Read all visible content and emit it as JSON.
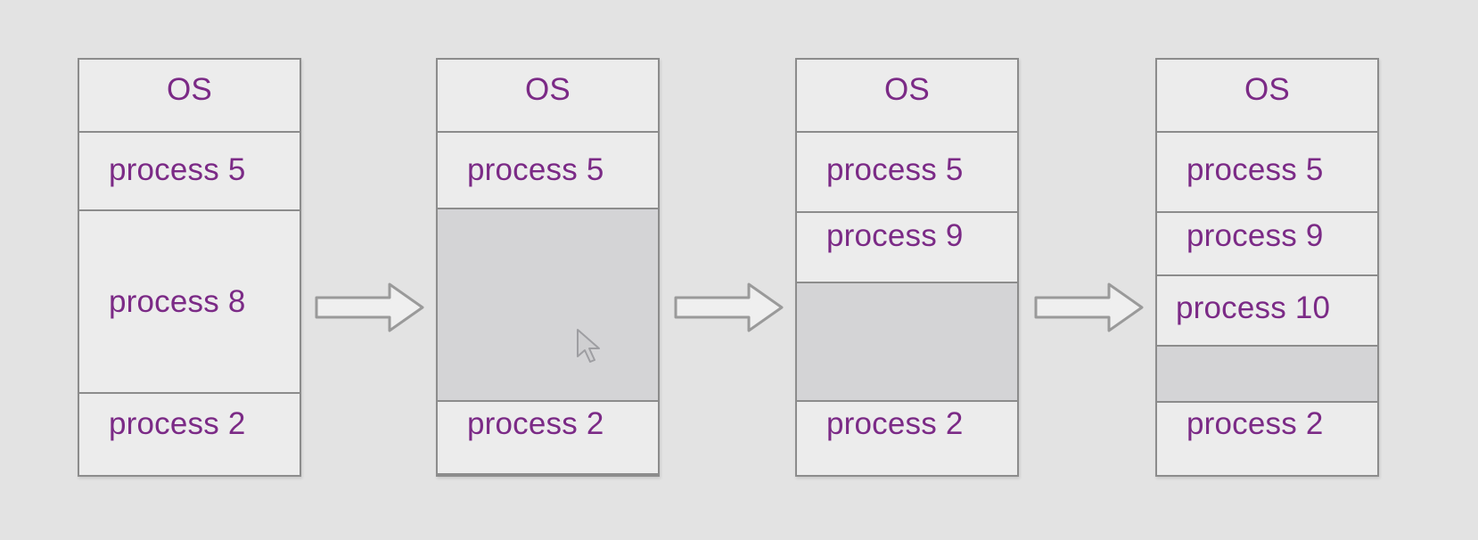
{
  "colors": {
    "background": "#e3e3e3",
    "label": "#7b2a86",
    "border": "#8c8c8c",
    "hole": "#d4d4d6",
    "arrow": "#9a9a9a"
  },
  "columns": [
    {
      "segments": [
        {
          "type": "os",
          "label": "OS"
        },
        {
          "type": "process",
          "label": "process 5"
        },
        {
          "type": "process",
          "label": "process 8"
        },
        {
          "type": "process",
          "label": "process 2"
        }
      ]
    },
    {
      "segments": [
        {
          "type": "os",
          "label": "OS"
        },
        {
          "type": "process",
          "label": "process 5"
        },
        {
          "type": "hole",
          "label": ""
        },
        {
          "type": "process",
          "label": "process 2"
        }
      ]
    },
    {
      "segments": [
        {
          "type": "os",
          "label": "OS"
        },
        {
          "type": "process",
          "label": "process 5"
        },
        {
          "type": "process",
          "label": "process 9"
        },
        {
          "type": "hole",
          "label": ""
        },
        {
          "type": "process",
          "label": "process 2"
        }
      ]
    },
    {
      "segments": [
        {
          "type": "os",
          "label": "OS"
        },
        {
          "type": "process",
          "label": "process 5"
        },
        {
          "type": "process",
          "label": "process 9"
        },
        {
          "type": "process",
          "label": "process 10"
        },
        {
          "type": "hole",
          "label": ""
        },
        {
          "type": "process",
          "label": "process 2"
        }
      ]
    }
  ],
  "icons": {
    "transition_arrow": "right-arrow-icon",
    "pointer": "mouse-cursor-icon"
  }
}
